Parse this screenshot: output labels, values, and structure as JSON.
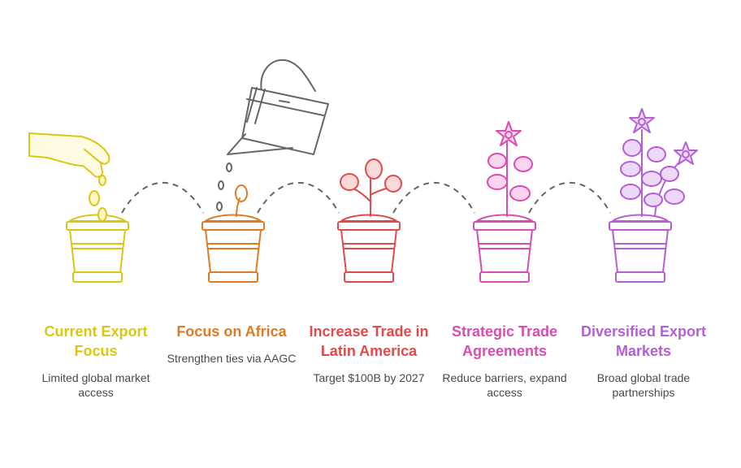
{
  "steps": [
    {
      "title": "Current Export Focus",
      "description": "Limited global market access",
      "color": "#d9c716"
    },
    {
      "title": "Focus on Africa",
      "description": "Strengthen ties via AAGC",
      "color": "#e07b25"
    },
    {
      "title": "Increase Trade in Latin America",
      "description": "Target $100B by 2027",
      "color": "#e04a4a"
    },
    {
      "title": "Strategic Trade Agreements",
      "description": "Reduce barriers, expand access",
      "color": "#d94cb0"
    },
    {
      "title": "Diversified Export Markets",
      "description": "Broad global trade partnerships",
      "color": "#b45fd6"
    }
  ],
  "icons": [
    "hand-dropping-seeds-icon",
    "watering-can-icon",
    "seedling-icon",
    "flowering-plant-icon",
    "flowering-bush-icon"
  ],
  "connector_color": "#666666"
}
